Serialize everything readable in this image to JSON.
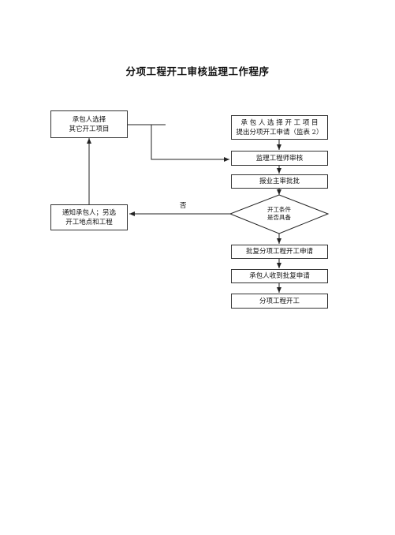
{
  "title": "分项工程开工审核监理工作程序",
  "boxes": {
    "contractor_select_other_l1": "承包人选择",
    "contractor_select_other_l2": "其它开工项目",
    "contractor_apply_l1": "承 包 人 选 择 开 工 项 目",
    "contractor_apply_l2": "提出分项开工申请（监表 2）",
    "engineer_review": "监理工程师审核",
    "owner_approve": "报业主审批批",
    "condition_l1": "开工条件",
    "condition_l2": "是否具备",
    "notify_l1": "通知承包人；另选",
    "notify_l2": "开工地点和工程",
    "approve_reply": "批复分项工程开工申请",
    "contractor_receive": "承包人收到批复申请",
    "start_work": "分项工程开工"
  },
  "edge_labels": {
    "no": "否"
  }
}
